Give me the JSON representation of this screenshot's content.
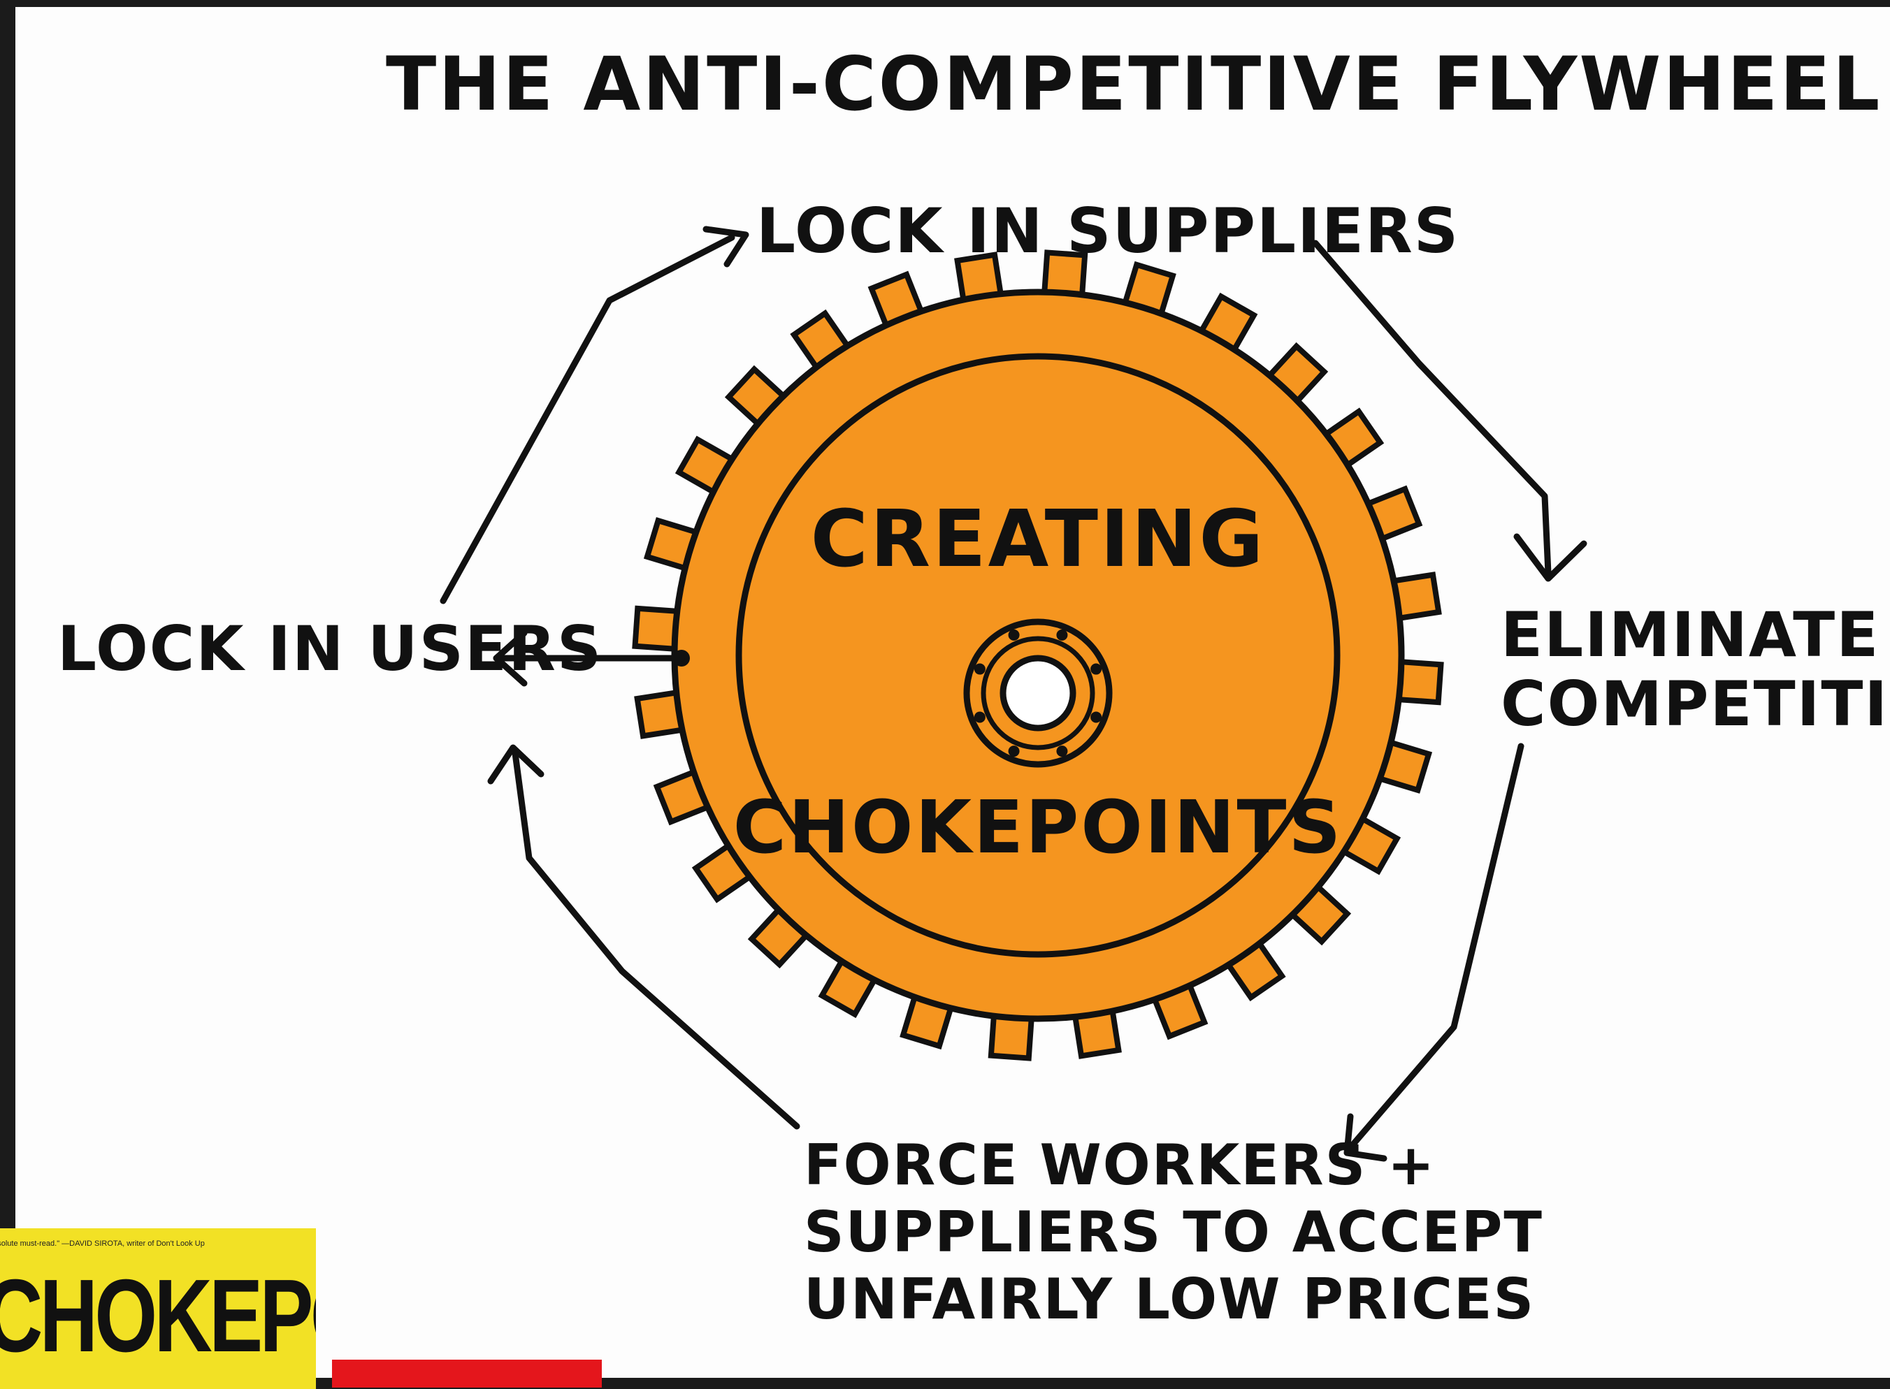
{
  "title": "THE ANTI-COMPETITIVE FLYWHEEL",
  "gear": {
    "top_text": "CREATING",
    "bottom_text": "CHOKEPOINTS",
    "fill_color": "#f5951f",
    "outline_color": "#111111"
  },
  "labels": {
    "top": "LOCK IN SUPPLIERS",
    "right": "ELIMINATE\nCOMPETITION",
    "bottom": "FORCE WORKERS +\nSUPPLIERS TO ACCEPT\nUNFAIRLY LOW PRICES",
    "left": "LOCK IN USERS"
  },
  "book_cover": {
    "quote": "absolute must-read.\" —DAVID SIROTA, writer of Don't Look Up",
    "title": "CHOKEPOINT",
    "color": "#f2e125"
  },
  "accent_bar_color": "#e4161c"
}
